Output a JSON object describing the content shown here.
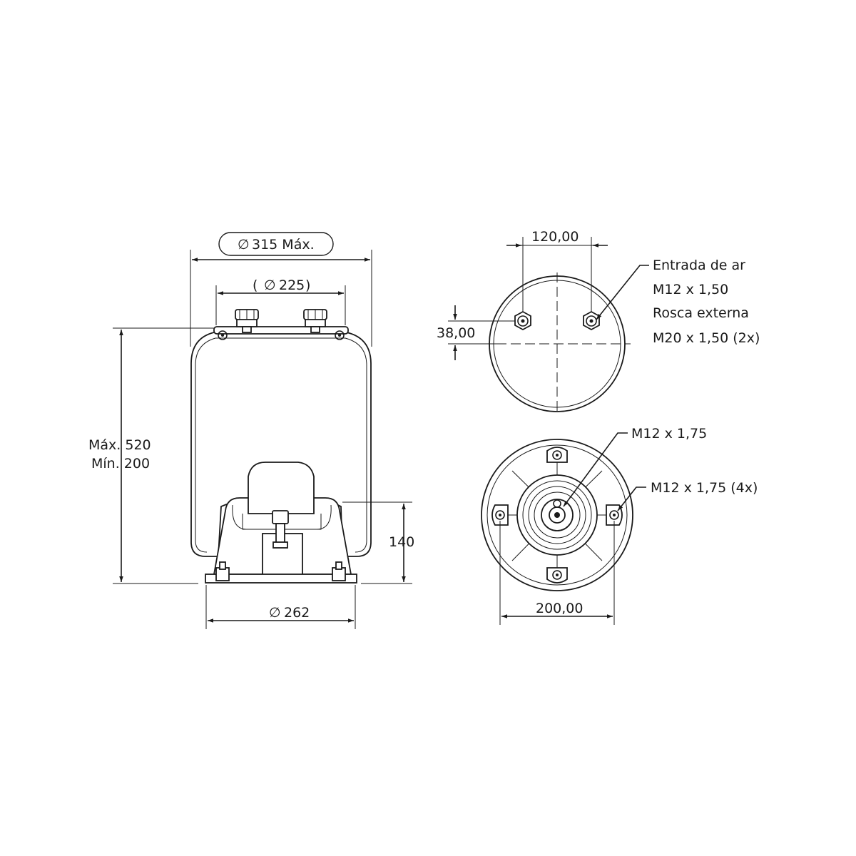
{
  "side_view": {
    "dia_max": "315 Máx.",
    "dia_inner_open": "(",
    "dia_inner": "225",
    "dia_inner_close": ")",
    "height_max": "Máx. 520",
    "height_min": "Mín. 200",
    "base_height": "140",
    "dia_base": "262",
    "diameter_symbol": "∅"
  },
  "top_view": {
    "spacing": "120,00",
    "offset": "38,00",
    "callout_line1": "Entrada de ar",
    "callout_line2": "M12 x 1,50",
    "callout_line3": "Rosca externa",
    "callout_line4": "M20 x 1,50 (2x)"
  },
  "bottom_view": {
    "center_thread": "M12 x 1,75",
    "bolt_thread": "M12 x 1,75 (4x)",
    "bolt_spacing": "200,00"
  }
}
